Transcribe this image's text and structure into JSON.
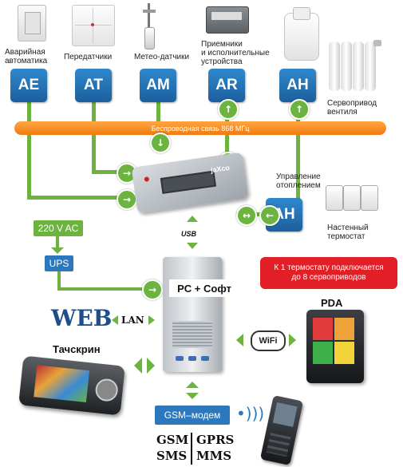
{
  "devices": {
    "ae": {
      "caption": "Аварийная\nавтоматика",
      "label": "AE"
    },
    "at": {
      "caption": "Передатчики",
      "label": "AT"
    },
    "am": {
      "caption": "Метео-датчики",
      "label": "AM"
    },
    "ar": {
      "caption": "Приемники\nи исполнительные\nустройства",
      "label": "AR"
    },
    "ah": {
      "label": "AH"
    },
    "servo": {
      "caption": "Сервопривод\nвентиля"
    }
  },
  "wireless_bar": {
    "label": "Беспроводная связь 868 МГц"
  },
  "controller": {
    "logo": "jaXco"
  },
  "heating": {
    "caption": "Управление\nотоплением",
    "label": "AH",
    "thermostat_caption": "Настенный\nтермостат"
  },
  "power": {
    "ac_label": "220 V AC",
    "ups_label": "UPS",
    "usb_label": "USB"
  },
  "pc": {
    "label": "PC + Софт"
  },
  "note": {
    "text": "К 1 термостату подключается\nдо 8 сервоприводов"
  },
  "web": {
    "label": "WEB",
    "lan_label": "LAN"
  },
  "touch": {
    "caption": "Тачскрин"
  },
  "pda": {
    "caption": "PDA"
  },
  "wifi": {
    "label": "WiFi"
  },
  "gsm": {
    "modem_label": "GSM–модем",
    "options": [
      "GSM",
      "GPRS",
      "SMS",
      "MMS"
    ]
  },
  "colors": {
    "module_blue": "#2f88cc",
    "bus_orange": "#f58c1f",
    "link_green": "#6cb33f",
    "note_red": "#e21f26",
    "box_blue": "#2d78bd"
  }
}
